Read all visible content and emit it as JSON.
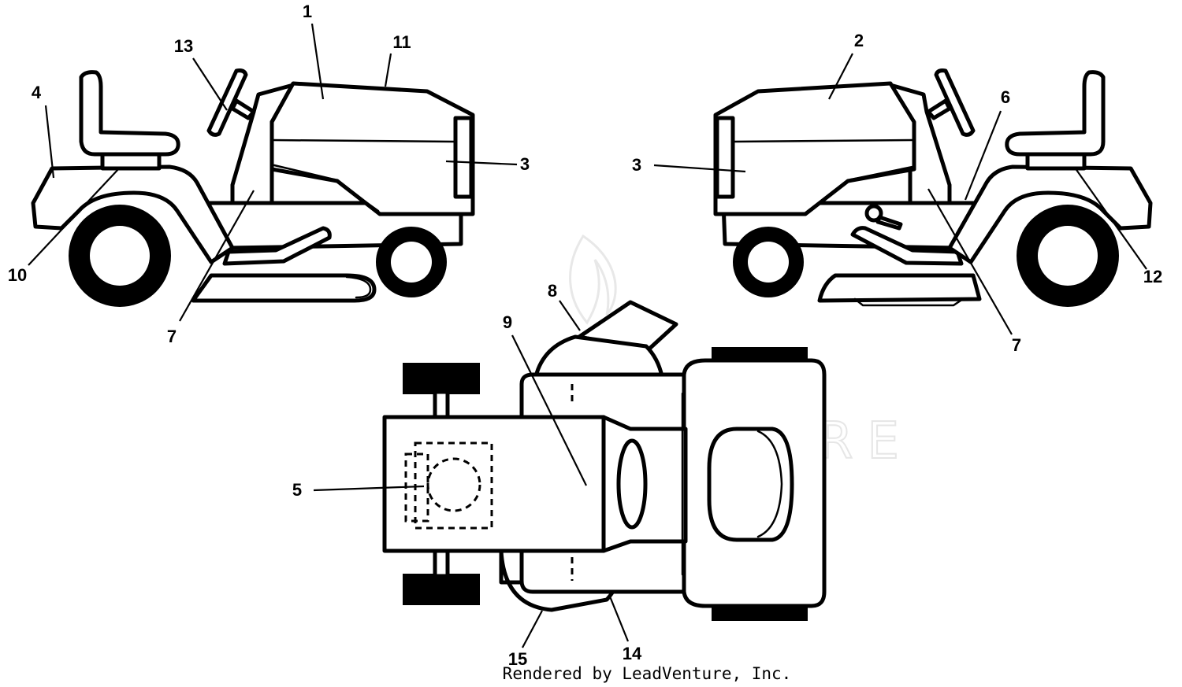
{
  "watermark": "LEADVENTURE",
  "footer": "Rendered by LeadVenture, Inc.",
  "callouts": {
    "c1": "1",
    "c2": "2",
    "c3a": "3",
    "c3b": "3",
    "c4": "4",
    "c5": "5",
    "c6": "6",
    "c7a": "7",
    "c7b": "7",
    "c8": "8",
    "c9": "9",
    "c10": "10",
    "c11": "11",
    "c12": "12",
    "c13": "13",
    "c14": "14",
    "c15": "15"
  }
}
